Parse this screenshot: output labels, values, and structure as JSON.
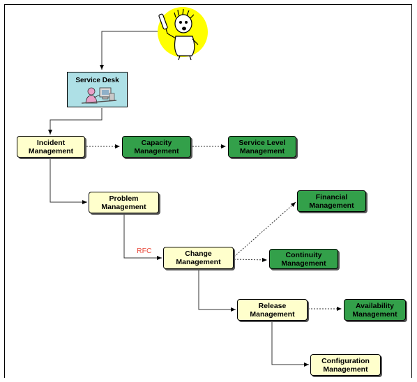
{
  "diagram": {
    "service_desk": {
      "label": "Service Desk"
    },
    "nodes": {
      "incident": "Incident\nManagement",
      "capacity": "Capacity\nManagement",
      "service_level": "Service Level\nManagement",
      "problem": "Problem\nManagement",
      "financial": "Financial\nManagement",
      "change": "Change\nManagement",
      "continuity": "Continuity\nManagement",
      "release": "Release\nManagement",
      "availability": "Availability\nManagement",
      "configuration": "Configuration\nManagement"
    },
    "edge_labels": {
      "rfc": "RFC"
    },
    "colors": {
      "light": "#ffffcc",
      "green": "#33a04a",
      "service_desk": "#aee0e6",
      "rfc": "#e8483a",
      "user_circle": "#ffff00"
    },
    "icons": [
      "caller-illustration",
      "service-desk-illustration"
    ]
  }
}
